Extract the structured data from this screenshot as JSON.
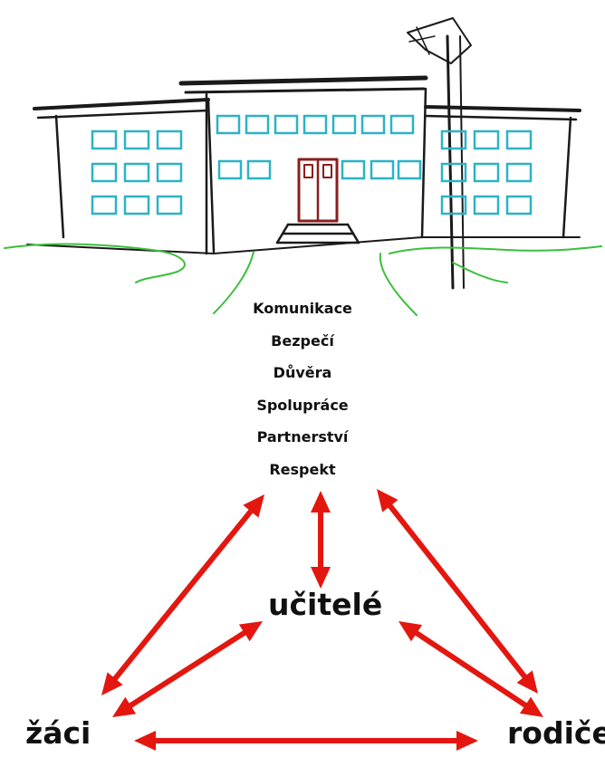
{
  "values": [
    "Komunikace",
    "Bezpečí",
    "Důvěra",
    "Spolupráce",
    "Partnerství",
    "Respekt"
  ],
  "nodes": {
    "teachers": "učitelé",
    "pupils": "žáci",
    "parents": "rodiče"
  },
  "colors": {
    "arrow": "#e3170f",
    "window": "#2bb3c6",
    "door": "#8b1e1e",
    "grass": "#3bbf3b",
    "outline": "#1a1a1a"
  }
}
